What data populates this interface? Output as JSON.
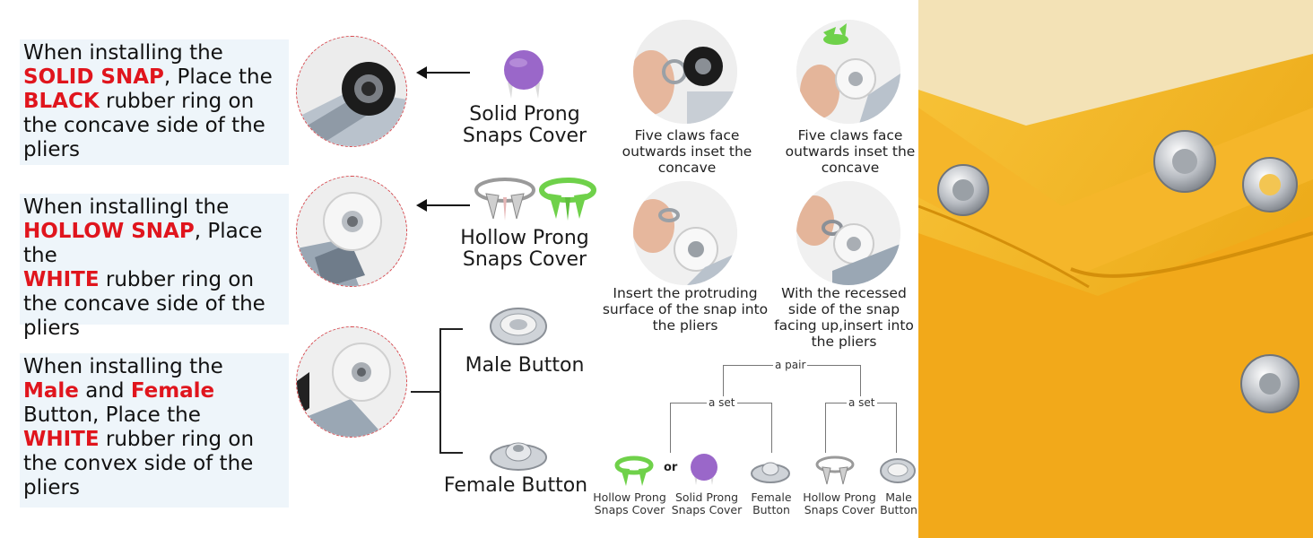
{
  "instructions": [
    {
      "line1": "When installing the",
      "hl1": "SOLID SNAP",
      "mid1": ",  Place the",
      "hl2": "BLACK",
      "rest": "  rubber ring on the concave side of the pliers"
    },
    {
      "line1": "When installingl the",
      "hl1": "HOLLOW SNAP",
      "mid1": ", Place the",
      "hl2": "WHITE",
      "rest": " rubber ring on the concave side of the pliers"
    },
    {
      "line1": "When installing the",
      "hl1": "Male",
      "mid1": " and ",
      "hl2": "Female",
      "mid2": " Button, Place the",
      "hl3": "WHITE",
      "rest": " rubber ring on the convex side of the pliers"
    }
  ],
  "products": {
    "solid": "Solid Prong Snaps Cover",
    "hollow": "Hollow Prong Snaps Cover",
    "male": "Male Button",
    "female": "Female Button"
  },
  "steps": [
    "Five claws face outwards inset the concave",
    "Five claws face outwards inset the concave",
    "Insert the protruding surface of the snap into the pliers",
    "With the recessed side of the snap facing up,insert into the pliers"
  ],
  "tree": {
    "pair": "a pair",
    "set": "a set",
    "or": "or",
    "items": [
      "Hollow Prong Snaps Cover",
      "Solid Prong Snaps Cover",
      "Female Button",
      "Hollow Prong Snaps Cover",
      "Male Button"
    ]
  },
  "colors": {
    "highlight": "#e0151d",
    "purple": "#9a67c9",
    "green": "#6fd14a",
    "fabric": "#f6b81c"
  }
}
